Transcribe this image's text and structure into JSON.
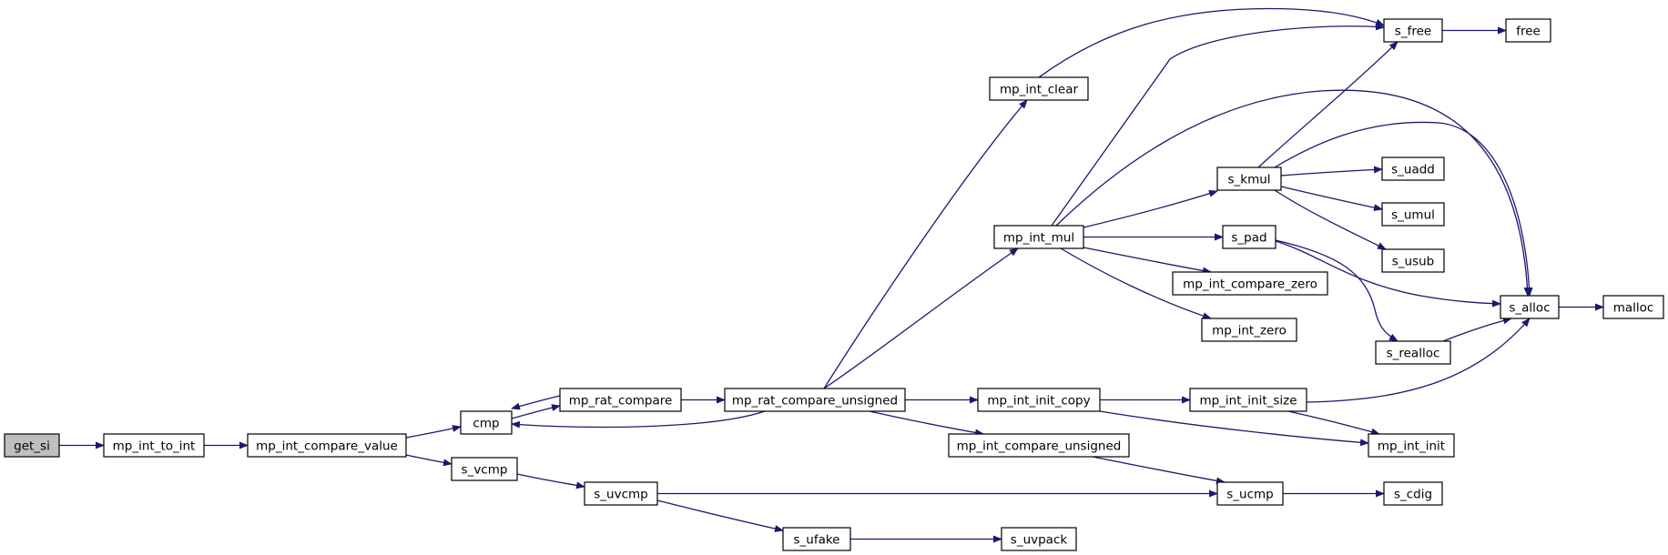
{
  "diagram": {
    "type": "call-graph",
    "colors": {
      "edge": "#191970",
      "node_border": "#000000",
      "root_fill": "#bfbfbf",
      "node_fill": "#ffffff"
    },
    "nodes": [
      {
        "id": "get_si",
        "label": "get_si",
        "root": true
      },
      {
        "id": "mp_int_to_int",
        "label": "mp_int_to_int"
      },
      {
        "id": "mp_int_compare_value",
        "label": "mp_int_compare_value"
      },
      {
        "id": "cmp",
        "label": "cmp"
      },
      {
        "id": "s_vcmp",
        "label": "s_vcmp"
      },
      {
        "id": "mp_rat_compare",
        "label": "mp_rat_compare"
      },
      {
        "id": "s_uvcmp",
        "label": "s_uvcmp"
      },
      {
        "id": "mp_rat_compare_unsigned",
        "label": "mp_rat_compare_unsigned"
      },
      {
        "id": "s_ufake",
        "label": "s_ufake"
      },
      {
        "id": "mp_int_clear",
        "label": "mp_int_clear"
      },
      {
        "id": "mp_int_mul",
        "label": "mp_int_mul"
      },
      {
        "id": "mp_int_init_copy",
        "label": "mp_int_init_copy"
      },
      {
        "id": "mp_int_compare_unsigned",
        "label": "mp_int_compare_unsigned"
      },
      {
        "id": "s_uvpack",
        "label": "s_uvpack"
      },
      {
        "id": "s_kmul",
        "label": "s_kmul"
      },
      {
        "id": "s_pad",
        "label": "s_pad"
      },
      {
        "id": "mp_int_compare_zero",
        "label": "mp_int_compare_zero"
      },
      {
        "id": "mp_int_zero",
        "label": "mp_int_zero"
      },
      {
        "id": "mp_int_init_size",
        "label": "mp_int_init_size"
      },
      {
        "id": "s_ucmp",
        "label": "s_ucmp"
      },
      {
        "id": "s_free",
        "label": "s_free"
      },
      {
        "id": "s_uadd",
        "label": "s_uadd"
      },
      {
        "id": "s_umul",
        "label": "s_umul"
      },
      {
        "id": "s_usub",
        "label": "s_usub"
      },
      {
        "id": "s_realloc",
        "label": "s_realloc"
      },
      {
        "id": "mp_int_init",
        "label": "mp_int_init"
      },
      {
        "id": "s_cdig",
        "label": "s_cdig"
      },
      {
        "id": "free",
        "label": "free"
      },
      {
        "id": "s_alloc",
        "label": "s_alloc"
      },
      {
        "id": "malloc",
        "label": "malloc"
      }
    ],
    "edges": [
      {
        "from": "get_si",
        "to": "mp_int_to_int"
      },
      {
        "from": "mp_int_to_int",
        "to": "mp_int_compare_value"
      },
      {
        "from": "mp_int_compare_value",
        "to": "cmp"
      },
      {
        "from": "mp_int_compare_value",
        "to": "s_vcmp"
      },
      {
        "from": "cmp",
        "to": "mp_rat_compare"
      },
      {
        "from": "mp_rat_compare",
        "to": "cmp"
      },
      {
        "from": "mp_rat_compare",
        "to": "mp_rat_compare_unsigned"
      },
      {
        "from": "mp_rat_compare_unsigned",
        "to": "cmp"
      },
      {
        "from": "s_vcmp",
        "to": "s_uvcmp"
      },
      {
        "from": "s_uvcmp",
        "to": "s_ufake"
      },
      {
        "from": "s_uvcmp",
        "to": "s_ucmp"
      },
      {
        "from": "s_ufake",
        "to": "s_uvpack"
      },
      {
        "from": "mp_rat_compare_unsigned",
        "to": "mp_int_clear"
      },
      {
        "from": "mp_rat_compare_unsigned",
        "to": "mp_int_mul"
      },
      {
        "from": "mp_rat_compare_unsigned",
        "to": "mp_int_init_copy"
      },
      {
        "from": "mp_rat_compare_unsigned",
        "to": "mp_int_compare_unsigned"
      },
      {
        "from": "mp_int_clear",
        "to": "s_free"
      },
      {
        "from": "mp_int_mul",
        "to": "s_free"
      },
      {
        "from": "mp_int_mul",
        "to": "s_alloc"
      },
      {
        "from": "mp_int_mul",
        "to": "s_kmul"
      },
      {
        "from": "mp_int_mul",
        "to": "s_pad"
      },
      {
        "from": "mp_int_mul",
        "to": "mp_int_compare_zero"
      },
      {
        "from": "mp_int_mul",
        "to": "mp_int_zero"
      },
      {
        "from": "s_kmul",
        "to": "s_free"
      },
      {
        "from": "s_kmul",
        "to": "s_alloc"
      },
      {
        "from": "s_kmul",
        "to": "s_uadd"
      },
      {
        "from": "s_kmul",
        "to": "s_umul"
      },
      {
        "from": "s_kmul",
        "to": "s_usub"
      },
      {
        "from": "s_pad",
        "to": "s_alloc"
      },
      {
        "from": "s_pad",
        "to": "s_realloc"
      },
      {
        "from": "s_realloc",
        "to": "s_alloc"
      },
      {
        "from": "mp_int_init_copy",
        "to": "mp_int_init_size"
      },
      {
        "from": "mp_int_init_copy",
        "to": "mp_int_init"
      },
      {
        "from": "mp_int_init_size",
        "to": "s_alloc"
      },
      {
        "from": "mp_int_init_size",
        "to": "mp_int_init"
      },
      {
        "from": "mp_int_compare_unsigned",
        "to": "s_ucmp"
      },
      {
        "from": "s_ucmp",
        "to": "s_cdig"
      },
      {
        "from": "s_free",
        "to": "free"
      },
      {
        "from": "s_alloc",
        "to": "malloc"
      }
    ]
  }
}
